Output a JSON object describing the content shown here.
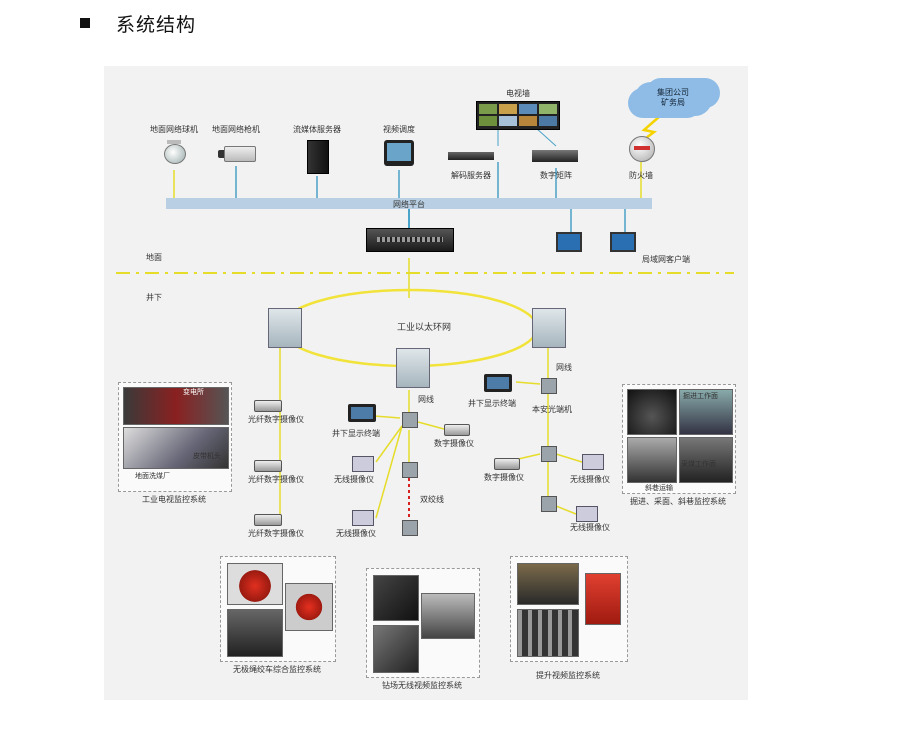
{
  "section": {
    "title": "系统结构"
  },
  "diagram": {
    "surface_devices": [
      {
        "label": "地面网络球机",
        "icon": "dome-camera-icon"
      },
      {
        "label": "地面网络枪机",
        "icon": "bullet-camera-icon"
      },
      {
        "label": "流媒体服务器",
        "icon": "server-icon"
      },
      {
        "label": "视频调度",
        "icon": "tablet-icon"
      }
    ],
    "video_wall": "电视墙",
    "decoder": "解码服务器",
    "matrix": "数字矩阵",
    "firewall": "防火墙",
    "cloud": "集团公司\n矿务局",
    "network_platform": "网络平台",
    "lan_clients": "局域网客户端",
    "surface_label": "地面",
    "underground_label": "井下",
    "ring": "工业以太环网",
    "network_line_1": "网线",
    "network_line_2": "网线",
    "display_terminal_1": "井下显示终端",
    "display_terminal_2": "井下显示终端",
    "optical_terminal": "本安光端机",
    "twisted_pair": "双绞线",
    "fiber_cameras": [
      "光纤数字摄像仪",
      "光纤数字摄像仪",
      "光纤数字摄像仪"
    ],
    "digital_camera_1": "数字摄像仪",
    "digital_camera_2": "数字摄像仪",
    "wireless_cameras": [
      "无线摄像仪",
      "无线摄像仪",
      "无线摄像仪",
      "无线摄像仪"
    ],
    "groups": {
      "tv_monitor": {
        "caption": "工业电视监控系统",
        "tags": [
          "变电所",
          "皮带机头",
          "地面洗煤厂"
        ]
      },
      "tunnel": {
        "caption": "掘进、采面、斜巷监控系统",
        "tags": [
          "掘进工作面",
          "采煤工作面",
          "斜巷运输"
        ]
      },
      "winch": {
        "caption": "无极绳绞车综合监控系统"
      },
      "drill": {
        "caption": "钻场无线视频监控系统"
      },
      "hoist": {
        "caption": "提升视频监控系统"
      }
    },
    "colors": {
      "bus": "#b9d0e4",
      "ring": "#f1e33a",
      "dash": "#e6dc2a",
      "twisted": "#d82020",
      "cloud": "#8fbce6"
    }
  }
}
